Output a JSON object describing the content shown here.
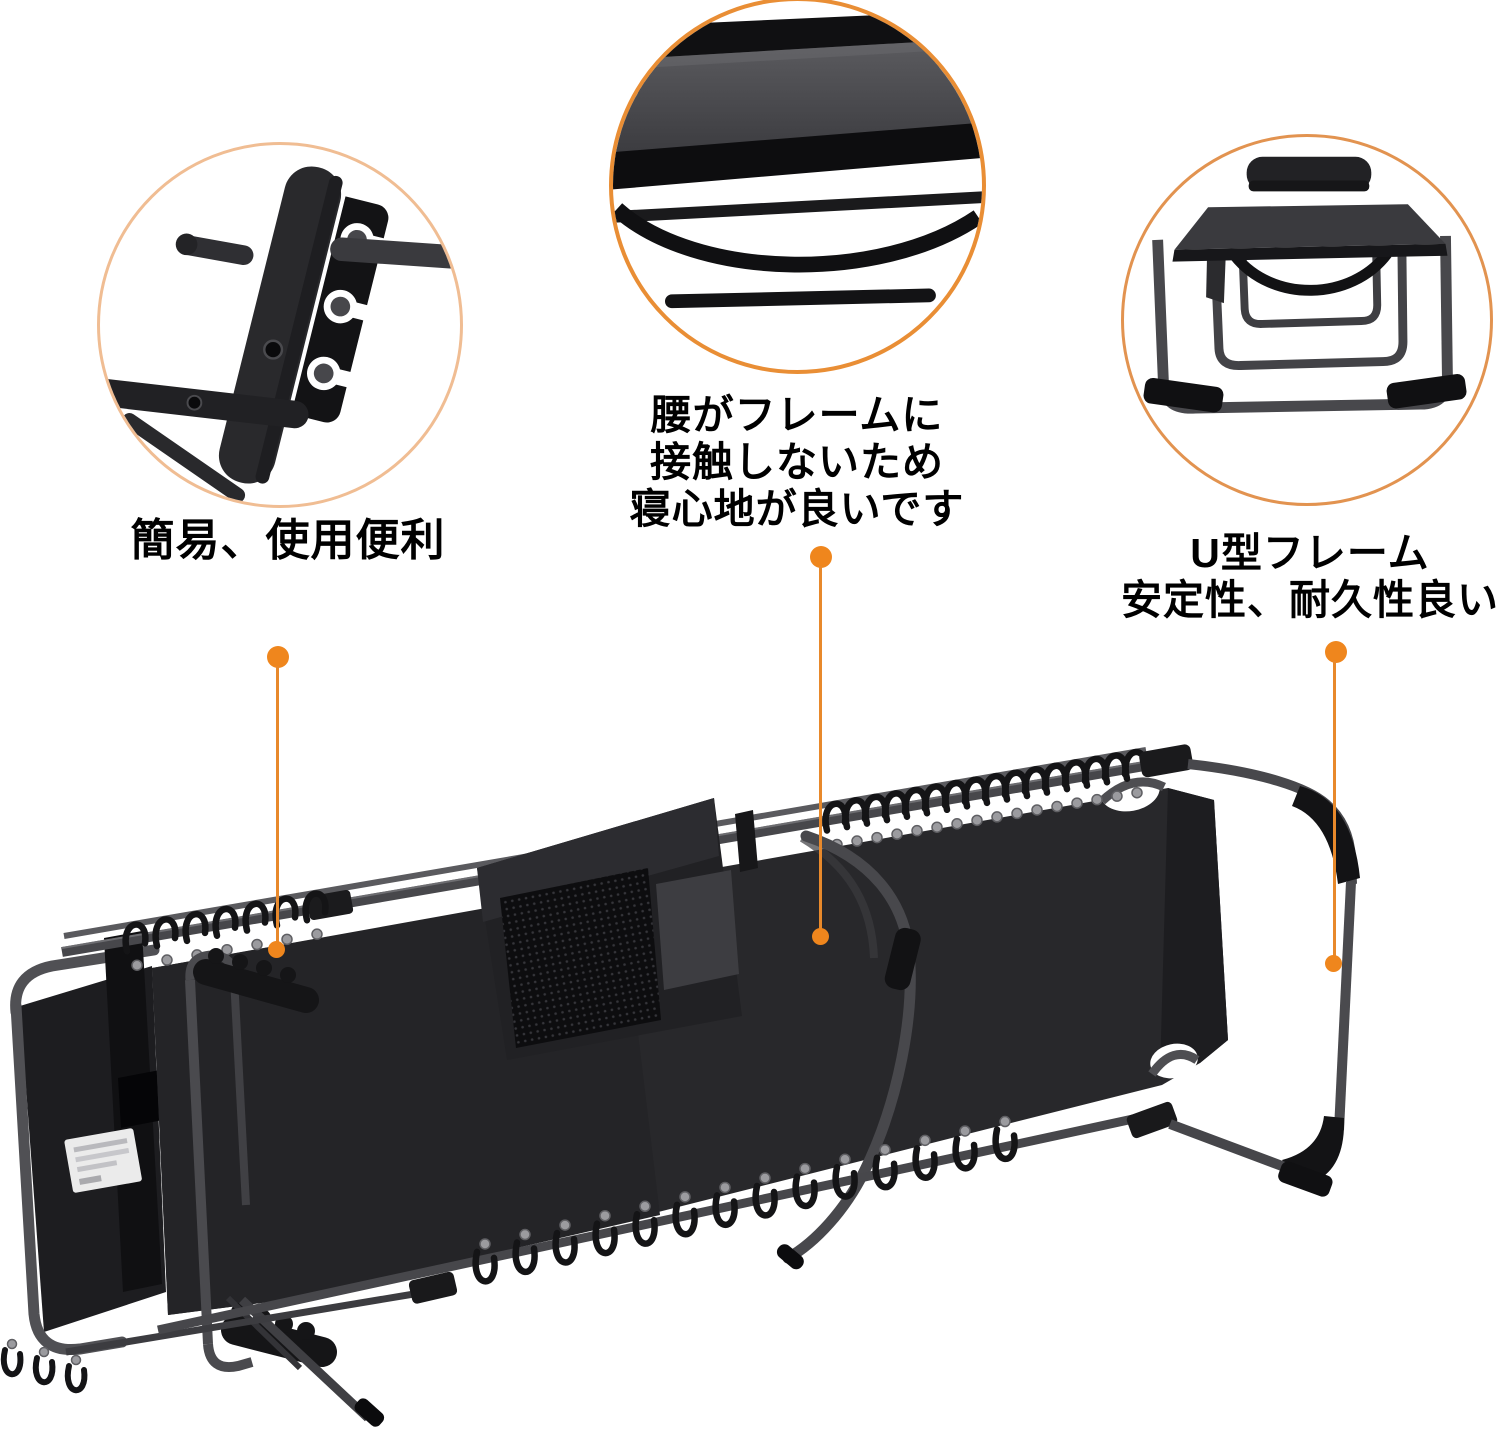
{
  "background": "#ffffff",
  "accent": {
    "dot_color": "#ef861d",
    "line_color": "#e8892b",
    "circle_border_left": "#f0bd93",
    "circle_border_middle": "#e98e35",
    "circle_border_right": "#e29350"
  },
  "colors": {
    "fabric": "#28282b",
    "frame_tube": "#48484c",
    "plastic_parts": "#141416",
    "mesh": "#0d0d0f",
    "label_tag": "#ebebeb"
  },
  "callouts": [
    {
      "id": "simple-use",
      "circle": "hinge-closeup",
      "lines": [
        "簡易、使用便利"
      ]
    },
    {
      "id": "comfort",
      "circle": "frame-gap-closeup",
      "lines": [
        "腰がフレームに",
        "接触しないため",
        "寝心地が良いです"
      ]
    },
    {
      "id": "u-frame",
      "circle": "folded-cot-end-view",
      "lines": [
        "U型フレーム",
        "安定性、耐久性良い"
      ]
    }
  ]
}
